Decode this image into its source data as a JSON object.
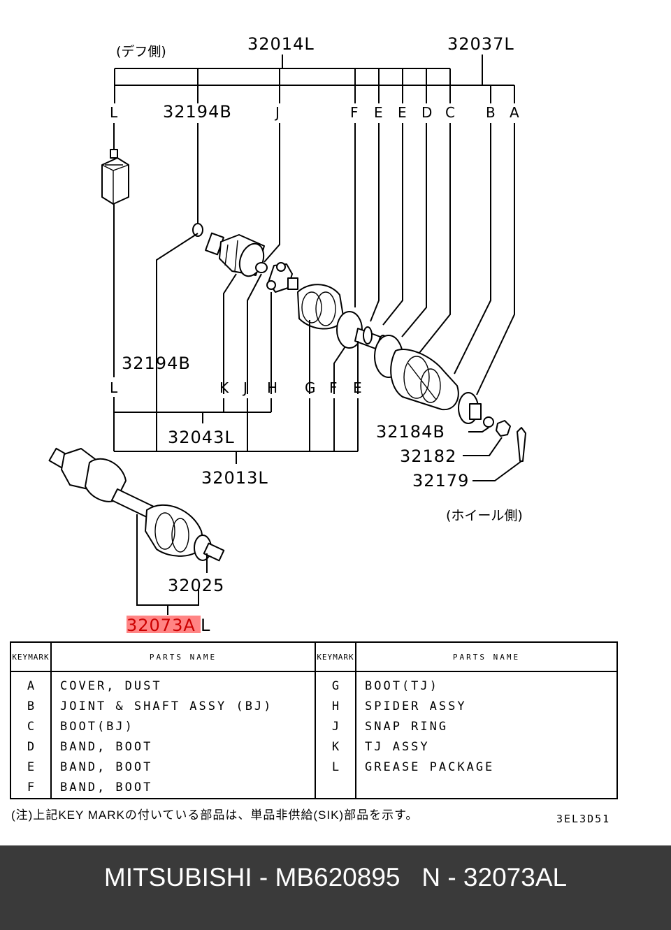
{
  "diagram": {
    "labels": {
      "diff_side": "(デフ側)",
      "wheel_side": "(ホイール側)",
      "p32014L": "32014L",
      "p32037L": "32037L",
      "p32194B_top": "32194B",
      "p32194B_mid": "32194B",
      "p32043L": "32043L",
      "p32013L": "32013L",
      "p32184B": "32184B",
      "p32182": "32182",
      "p32179": "32179",
      "p32025": "32025",
      "p32073AL_main": "32073A",
      "p32073AL_suffix": "L"
    },
    "top_letters": [
      "L",
      "J",
      "F",
      "E",
      "E",
      "D",
      "C",
      "B",
      "A"
    ],
    "bottom_letters": [
      "L",
      "K",
      "J",
      "H",
      "G",
      "F",
      "E"
    ],
    "highlight_color": "#ff6f6f"
  },
  "parts_table": {
    "key_header": [
      "KEY",
      "MARK"
    ],
    "name_header": "PARTS NAME",
    "left_rows": [
      {
        "key": "A",
        "name": "COVER, DUST"
      },
      {
        "key": "B",
        "name": "JOINT & SHAFT ASSY (BJ)"
      },
      {
        "key": "C",
        "name": "BOOT(BJ)"
      },
      {
        "key": "D",
        "name": "BAND, BOOT"
      },
      {
        "key": "E",
        "name": "BAND, BOOT"
      },
      {
        "key": "F",
        "name": "BAND, BOOT"
      }
    ],
    "right_rows": [
      {
        "key": "G",
        "name": "BOOT(TJ)"
      },
      {
        "key": "H",
        "name": "SPIDER ASSY"
      },
      {
        "key": "J",
        "name": "SNAP RING"
      },
      {
        "key": "K",
        "name": "TJ ASSY"
      },
      {
        "key": "L",
        "name": "GREASE PACKAGE"
      }
    ]
  },
  "note": "(注)上記KEY MARKの付いている部品は、単品非供給(SIK)部品を示す。",
  "drawing_code": "3EL3D51",
  "footer": {
    "caption": "MITSUBISHI - MB620895   N - 32073AL",
    "background": "#3a3a3a"
  }
}
